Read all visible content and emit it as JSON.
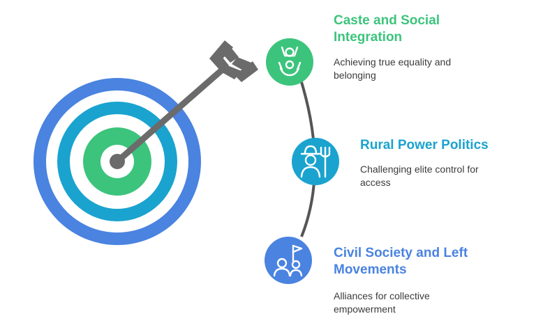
{
  "colors": {
    "green": "#3cc47c",
    "teal": "#1aa3cf",
    "blue": "#4a83e0",
    "arrow": "#6b6b6b",
    "arc": "#555555"
  },
  "items": [
    {
      "title_line1": "Caste and Social",
      "title_line2": "Integration",
      "desc_line1": "Achieving true equality and",
      "desc_line2": "belonging",
      "icon": "people-raising-hands-icon"
    },
    {
      "title_line1": "Rural Power Politics",
      "desc_line1": "Challenging elite control for",
      "desc_line2": "access",
      "icon": "farmer-pitchfork-icon"
    },
    {
      "title_line1": "Civil Society and Left",
      "title_line2": "Movements",
      "desc_line1": "Alliances for collective",
      "desc_line2": "empowerment",
      "icon": "people-with-flag-icon"
    }
  ]
}
